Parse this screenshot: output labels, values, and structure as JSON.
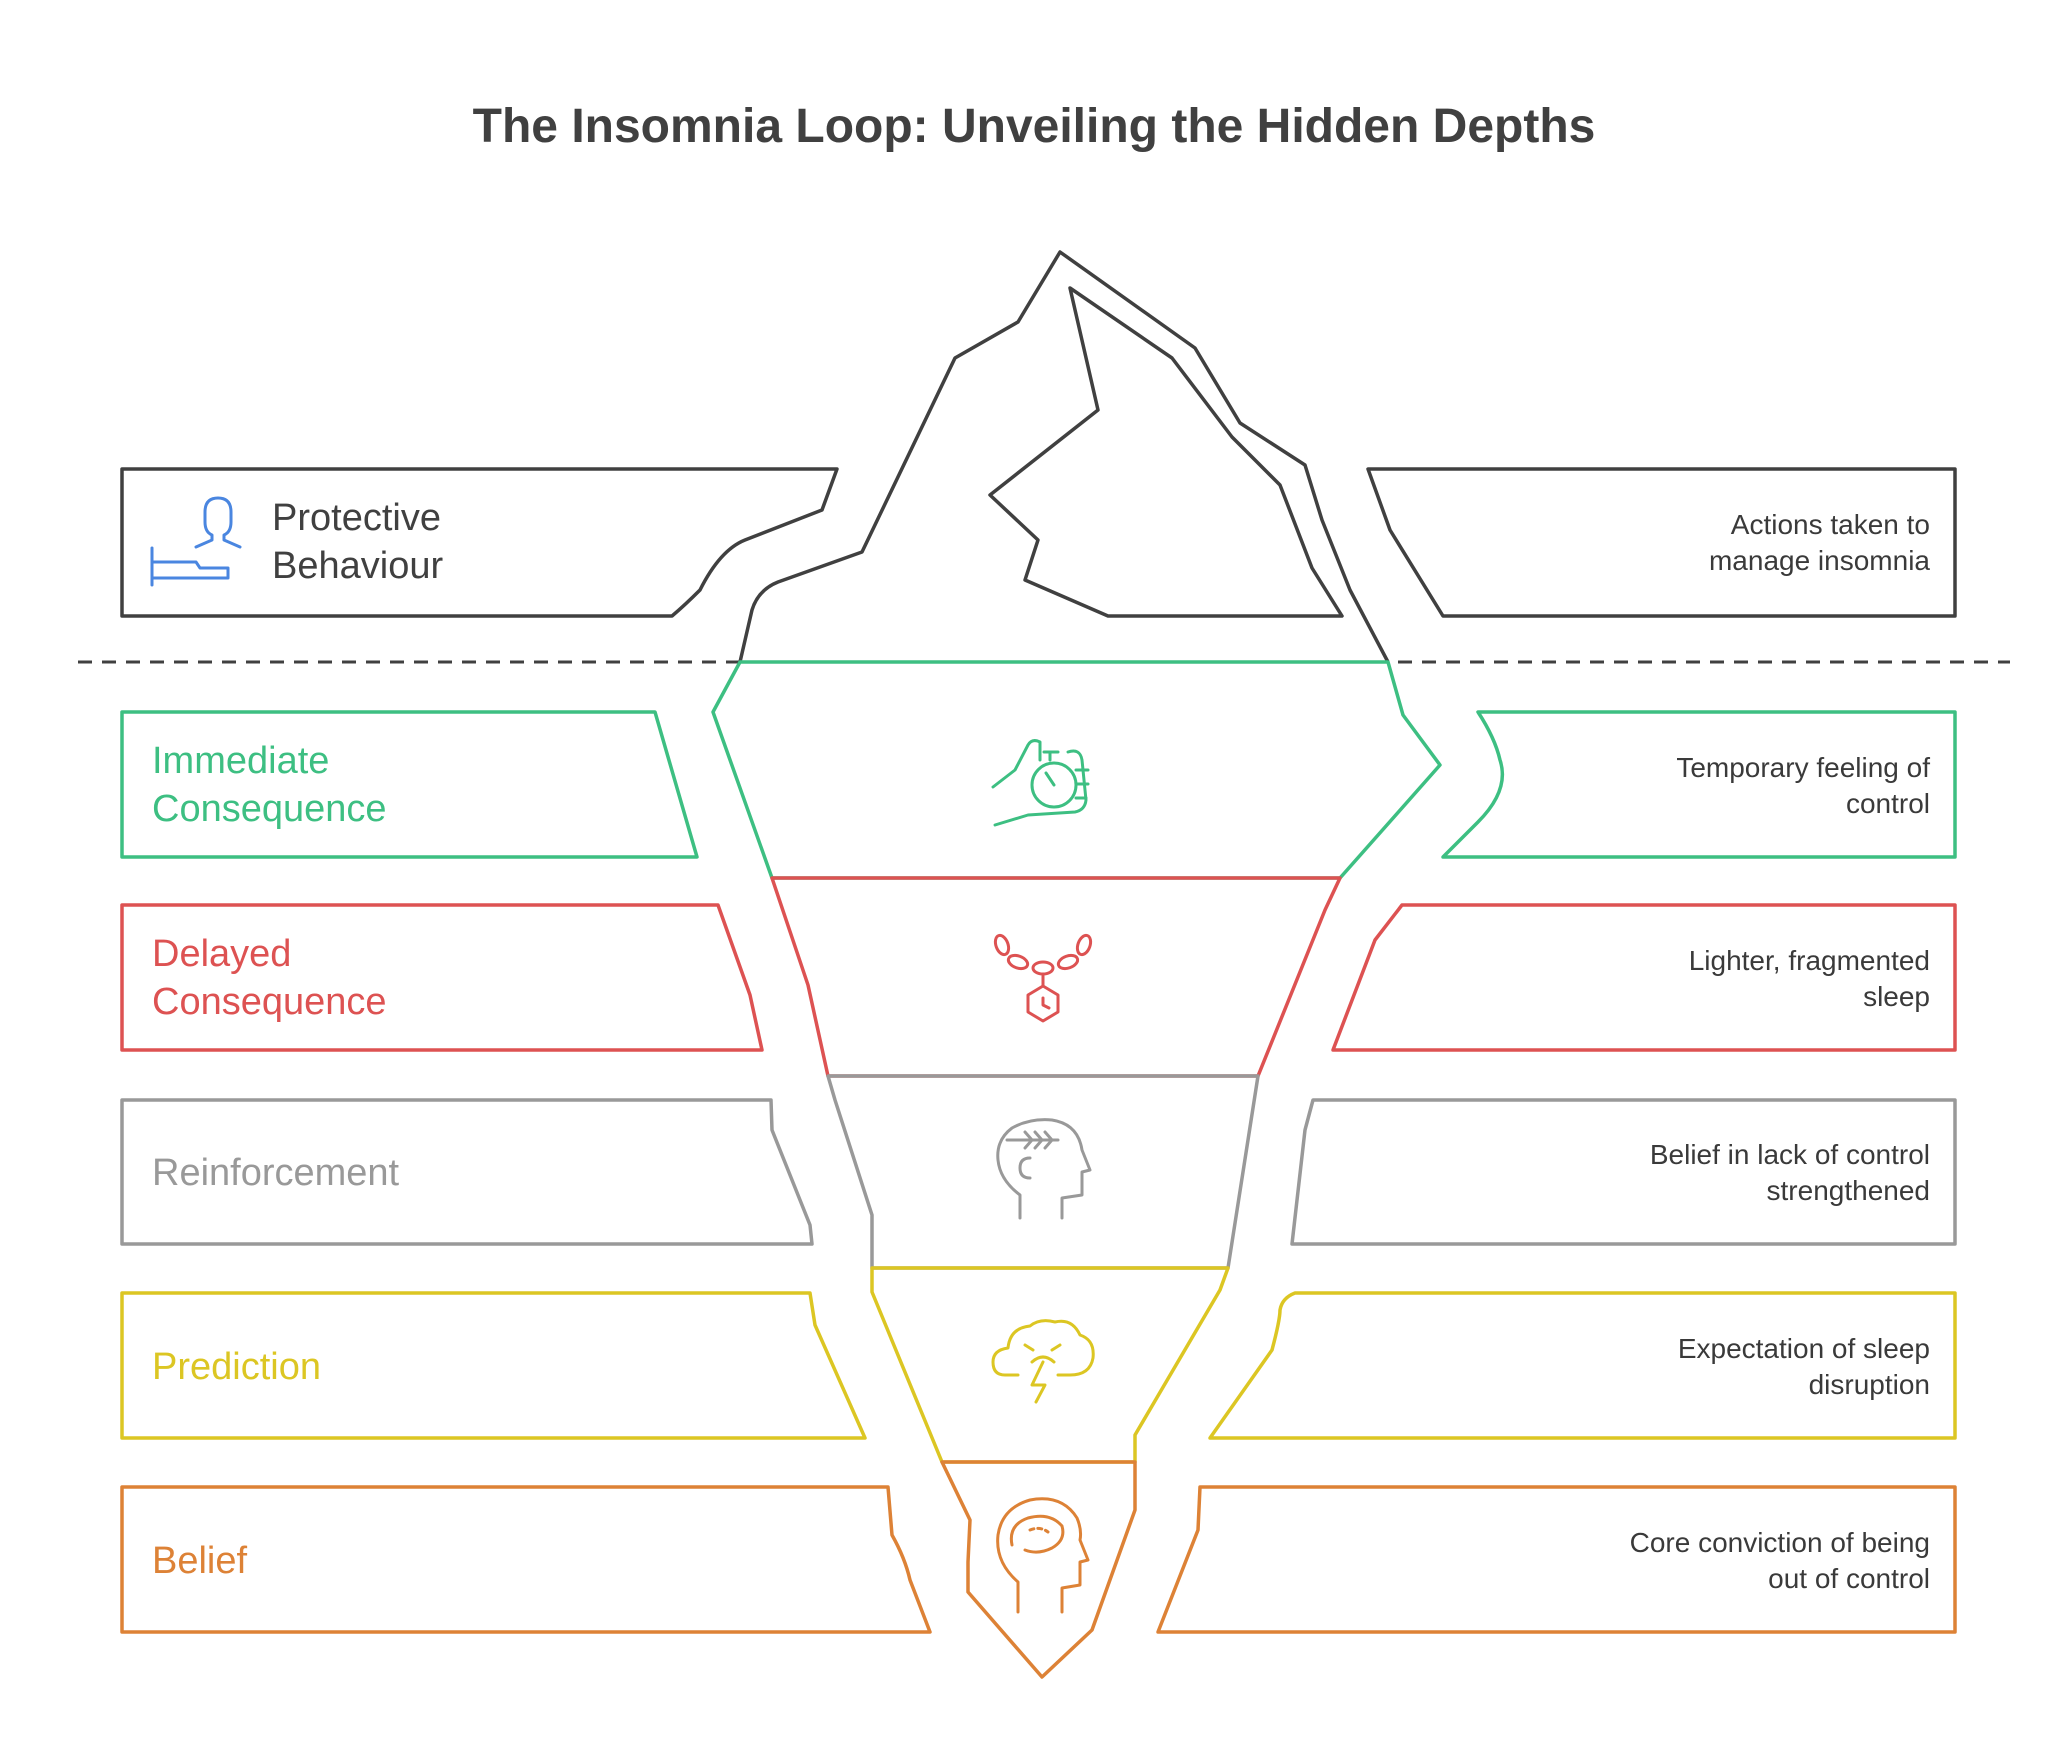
{
  "title": "The Insomnia Loop: Unveiling the Hidden Depths",
  "colors": {
    "dark": "#404040",
    "green": "#3dbf82",
    "red": "#dd5252",
    "gray": "#999999",
    "yellow": "#dcc623",
    "orange": "#dd8236",
    "blue": "#4a86e0"
  },
  "layers": [
    {
      "id": "protective",
      "label_lines": [
        "Protective",
        "Behaviour"
      ],
      "description_lines": [
        "Actions taken to",
        "manage insomnia"
      ],
      "icon": "person-in-bed-icon",
      "color": "#404040",
      "label_color": "#404040"
    },
    {
      "id": "immediate",
      "label_lines": [
        "Immediate",
        "Consequence"
      ],
      "description_lines": [
        "Temporary feeling of",
        "control"
      ],
      "icon": "hand-holding-stopwatch-icon",
      "color": "#3dbf82",
      "label_color": "#3dbf82"
    },
    {
      "id": "delayed",
      "label_lines": [
        "Delayed",
        "Consequence"
      ],
      "description_lines": [
        "Lighter, fragmented",
        "sleep"
      ],
      "icon": "chain-pendant-icon",
      "color": "#dd5252",
      "label_color": "#dd5252"
    },
    {
      "id": "reinforcement",
      "label_lines": [
        "Reinforcement"
      ],
      "description_lines": [
        "Belief in lack of control",
        "strengthened"
      ],
      "icon": "head-with-arrow-icon",
      "color": "#999999",
      "label_color": "#999999"
    },
    {
      "id": "prediction",
      "label_lines": [
        "Prediction"
      ],
      "description_lines": [
        "Expectation of sleep",
        "disruption"
      ],
      "icon": "storm-cloud-icon",
      "color": "#dcc623",
      "label_color": "#dcc623"
    },
    {
      "id": "belief",
      "label_lines": [
        "Belief"
      ],
      "description_lines": [
        "Core conviction of being",
        "out of control"
      ],
      "icon": "head-brain-icon",
      "color": "#dd8236",
      "label_color": "#dd8236"
    }
  ]
}
